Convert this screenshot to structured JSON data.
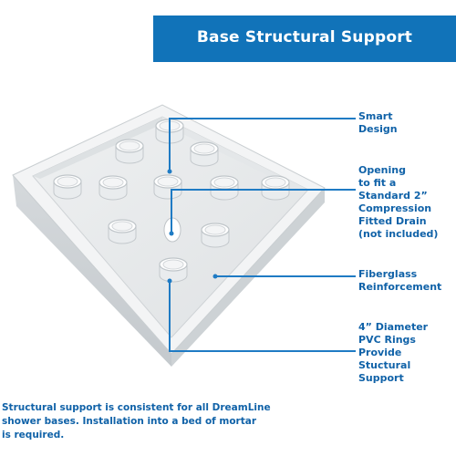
{
  "banner": {
    "title": "Base Structural Support"
  },
  "callouts": [
    {
      "lines": [
        "Smart",
        "Design"
      ]
    },
    {
      "lines": [
        "Opening",
        "to fit a",
        "Standard 2”",
        "Compression",
        "Fitted Drain",
        "(not included)"
      ]
    },
    {
      "lines": [
        "Fiberglass",
        "Reinforcement"
      ]
    },
    {
      "lines": [
        "4” Diameter",
        "PVC Rings",
        "Provide",
        "Stuctural",
        "Support"
      ]
    }
  ],
  "footer": {
    "lines": [
      "Structural support is consistent for all DreamLine",
      "shower bases. Installation into a bed of mortar",
      "is required."
    ]
  },
  "colors": {
    "banner": "#1173b9",
    "text": "#1062a8",
    "leader": "#1f7bc4"
  }
}
